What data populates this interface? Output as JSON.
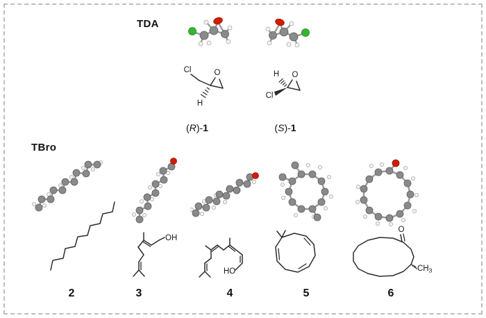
{
  "canvas": {
    "background": "#ffffff",
    "border_color": "#bdbdbd"
  },
  "atom_colors": {
    "carbon": "#8a8a8a",
    "hydrogen": "#f3f3f3",
    "oxygen": "#d41c00",
    "chlorine": "#35b72f",
    "bond": "#9a9a9a"
  },
  "tda": {
    "section_label": "TDA",
    "r": {
      "cl": "Cl",
      "h": "H",
      "o": "O",
      "open": "(",
      "stereo": "R",
      "close": ")-",
      "number": "1"
    },
    "s": {
      "cl": "Cl",
      "h": "H",
      "o": "O",
      "open": "(",
      "stereo": "S",
      "close": ")-",
      "number": "1"
    }
  },
  "tbro": {
    "section_label": "TBro",
    "compounds": [
      {
        "number": "2"
      },
      {
        "number": "3",
        "oh": "OH"
      },
      {
        "number": "4",
        "ho": "HO"
      },
      {
        "number": "5"
      },
      {
        "number": "6",
        "o": "O",
        "ch": "CH",
        "ch_sub": "3"
      }
    ]
  }
}
